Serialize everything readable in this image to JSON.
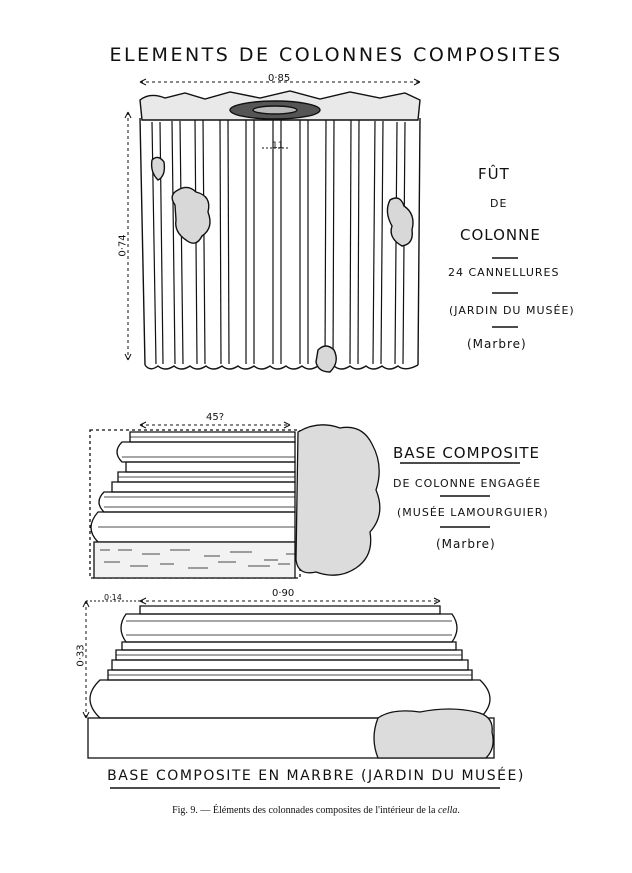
{
  "title": "ELEMENTS DE COLONNES COMPOSITES",
  "shaft": {
    "label_line1": "FÛT",
    "label_line2": "DE",
    "label_line3": "COLONNE",
    "flutes": "24 CANNELLURES",
    "location": "(JARDIN DU MUSÉE)",
    "material": "(Marbre)",
    "dim_width": "0·85",
    "dim_height": "0·74",
    "dim_flute": "11"
  },
  "base_engaged": {
    "title": "BASE COMPOSITE",
    "subtitle": "DE COLONNE ENGAGÉE",
    "location": "(MUSÉE LAMOURGUIER)",
    "material": "(Marbre)",
    "dim_width": "45?"
  },
  "base_marble": {
    "caption": "BASE COMPOSITE EN MARBRE (JARDIN DU MUSÉE)",
    "dim_width": "0·90",
    "dim_offset": "0·14",
    "dim_height": "0·33"
  },
  "figure_caption": {
    "prefix": "Fig. 9. — Éléments des colonnades composites de l'intérieur de la ",
    "italic": "cella",
    "suffix": "."
  }
}
